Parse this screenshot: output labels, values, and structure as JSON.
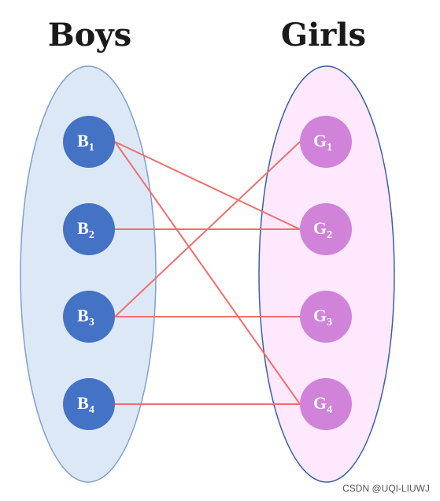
{
  "groups": {
    "left": {
      "title": "Boys",
      "fill": "#dde8f6",
      "stroke": "#7f9fcf"
    },
    "right": {
      "title": "Girls",
      "fill": "#fde8fd",
      "stroke": "#3a5fa8"
    }
  },
  "nodes": {
    "boys": [
      {
        "id": "B1",
        "letter": "B",
        "sub": "1"
      },
      {
        "id": "B2",
        "letter": "B",
        "sub": "2"
      },
      {
        "id": "B3",
        "letter": "B",
        "sub": "3"
      },
      {
        "id": "B4",
        "letter": "B",
        "sub": "4"
      }
    ],
    "girls": [
      {
        "id": "G1",
        "letter": "G",
        "sub": "1"
      },
      {
        "id": "G2",
        "letter": "G",
        "sub": "2"
      },
      {
        "id": "G3",
        "letter": "G",
        "sub": "3"
      },
      {
        "id": "G4",
        "letter": "G",
        "sub": "4"
      }
    ]
  },
  "edges": [
    {
      "from": "B1",
      "to": "G2"
    },
    {
      "from": "B1",
      "to": "G4"
    },
    {
      "from": "B2",
      "to": "G2"
    },
    {
      "from": "B3",
      "to": "G1"
    },
    {
      "from": "B3",
      "to": "G3"
    },
    {
      "from": "B4",
      "to": "G4"
    }
  ],
  "colors": {
    "boy_node": "#4472c4",
    "girl_node": "#d083d9",
    "edge": "#ee6f6f"
  },
  "watermark": "CSDN @UQI-LIUWJ"
}
